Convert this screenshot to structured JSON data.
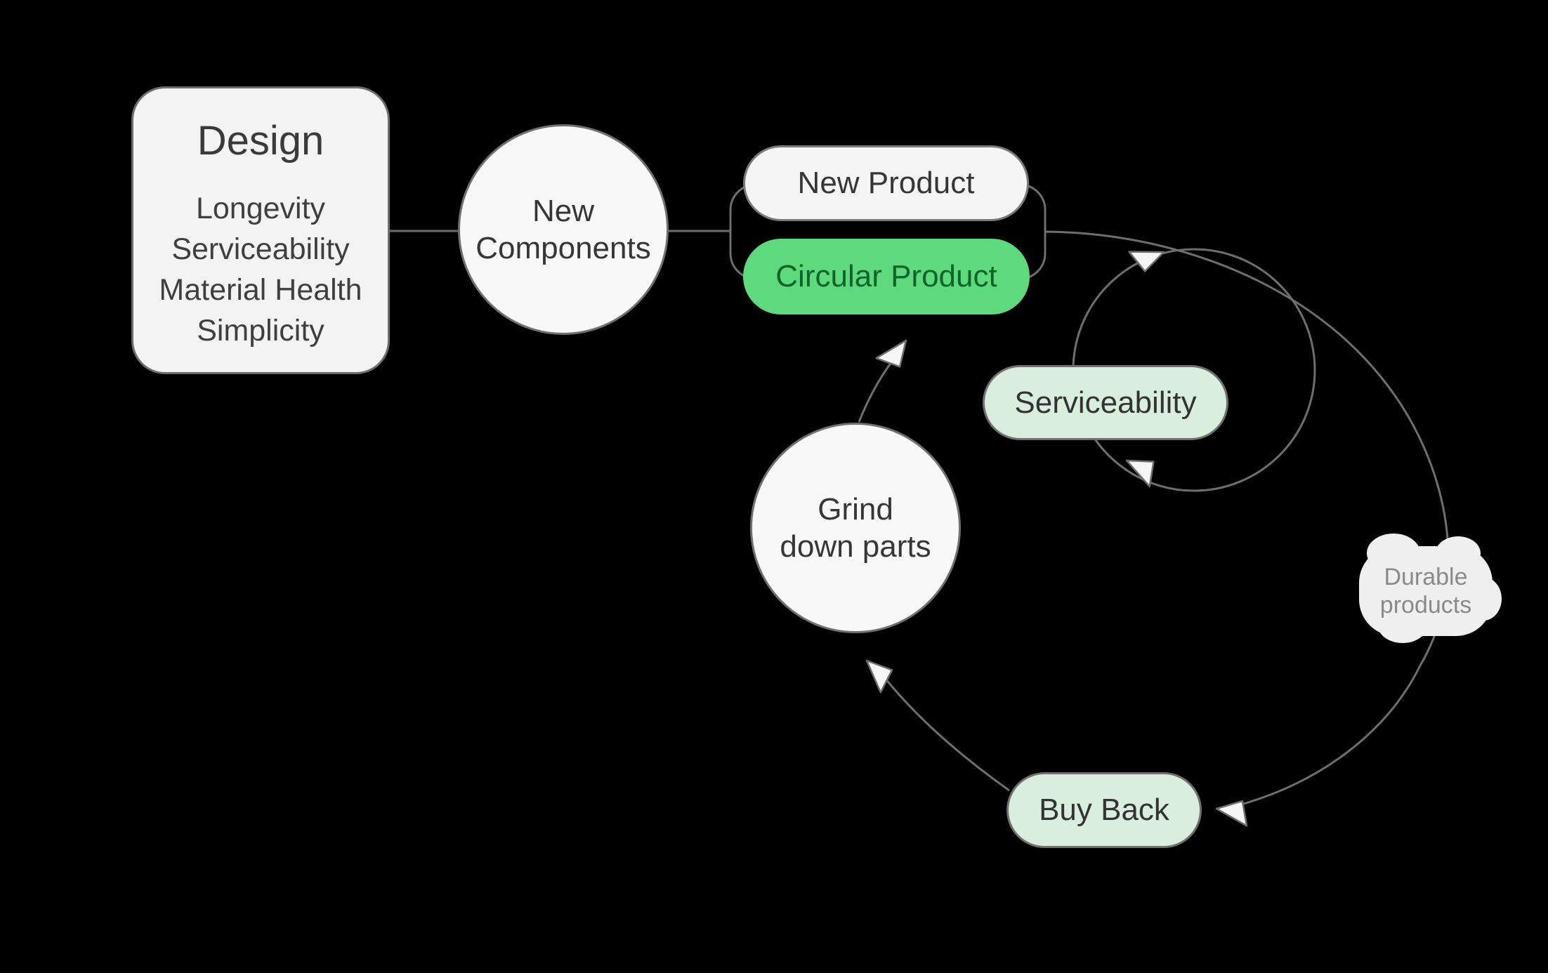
{
  "background": "#000000",
  "colors": {
    "line_gray": "#6e6e6e",
    "node_fill": "#f5f5f5",
    "accent_green": "#5ed97e",
    "accent_green_text": "#0f6429",
    "light_green": "#d9eedd",
    "cloud_fill": "#efefef",
    "cloud_text": "#8a8a8a",
    "text_dark": "#363636"
  },
  "design_box": {
    "title": "Design",
    "principles": [
      "Longevity",
      "Serviceability",
      "Material Health",
      "Simplicity"
    ]
  },
  "nodes": {
    "new_components": {
      "line1": "New",
      "line2": "Components"
    },
    "new_product": {
      "label": "New Product"
    },
    "circular_product": {
      "label": "Circular Product"
    },
    "serviceability": {
      "label": "Serviceability"
    },
    "grind_down": {
      "line1": "Grind",
      "line2": "down parts"
    },
    "durable_products": {
      "line1": "Durable",
      "line2": "products"
    },
    "buy_back": {
      "label": "Buy Back"
    }
  }
}
